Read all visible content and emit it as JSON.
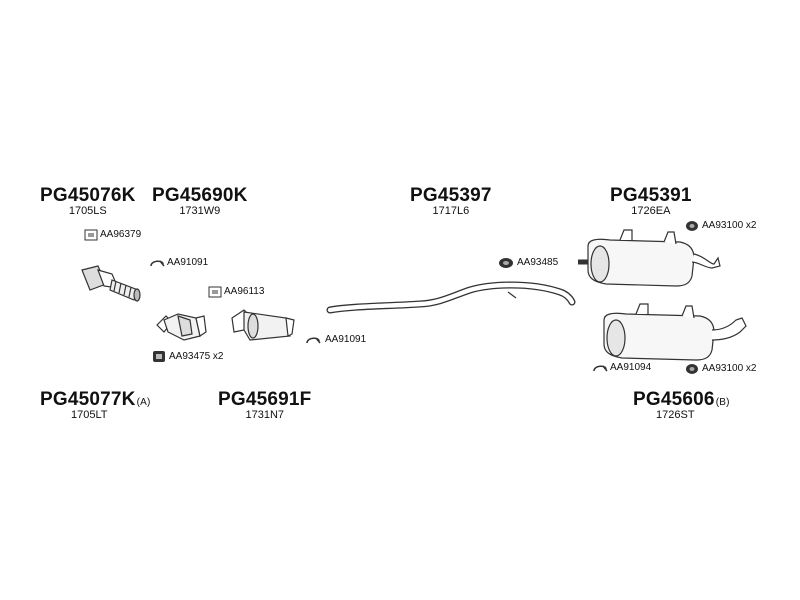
{
  "parts": [
    {
      "code": "PG45076K",
      "ref": "1705LS"
    },
    {
      "code": "PG45690K",
      "ref": "1731W9"
    },
    {
      "code": "PG45397",
      "ref": "1717L6"
    },
    {
      "code": "PG45391",
      "ref": "1726EA"
    },
    {
      "code": "PG45077K",
      "suffix": "(A)",
      "ref": "1705LT"
    },
    {
      "code": "PG45691F",
      "ref": "1731N7"
    },
    {
      "code": "PG45606",
      "suffix": "(B)",
      "ref": "1726ST"
    }
  ],
  "accessories": [
    {
      "label": "AA96379",
      "icon": "gasket-icon"
    },
    {
      "label": "AA91091",
      "icon": "clamp-icon"
    },
    {
      "label": "AA96113",
      "icon": "gasket-icon"
    },
    {
      "label": "AA93475 x2",
      "icon": "mount-icon"
    },
    {
      "label": "AA91091",
      "icon": "clamp-icon"
    },
    {
      "label": "AA93485",
      "icon": "rubber-mount-icon"
    },
    {
      "label": "AA93100 x2",
      "icon": "rubber-mount-icon"
    },
    {
      "label": "AA91094",
      "icon": "clamp-icon"
    },
    {
      "label": "AA93100 x2",
      "icon": "rubber-mount-icon"
    }
  ]
}
